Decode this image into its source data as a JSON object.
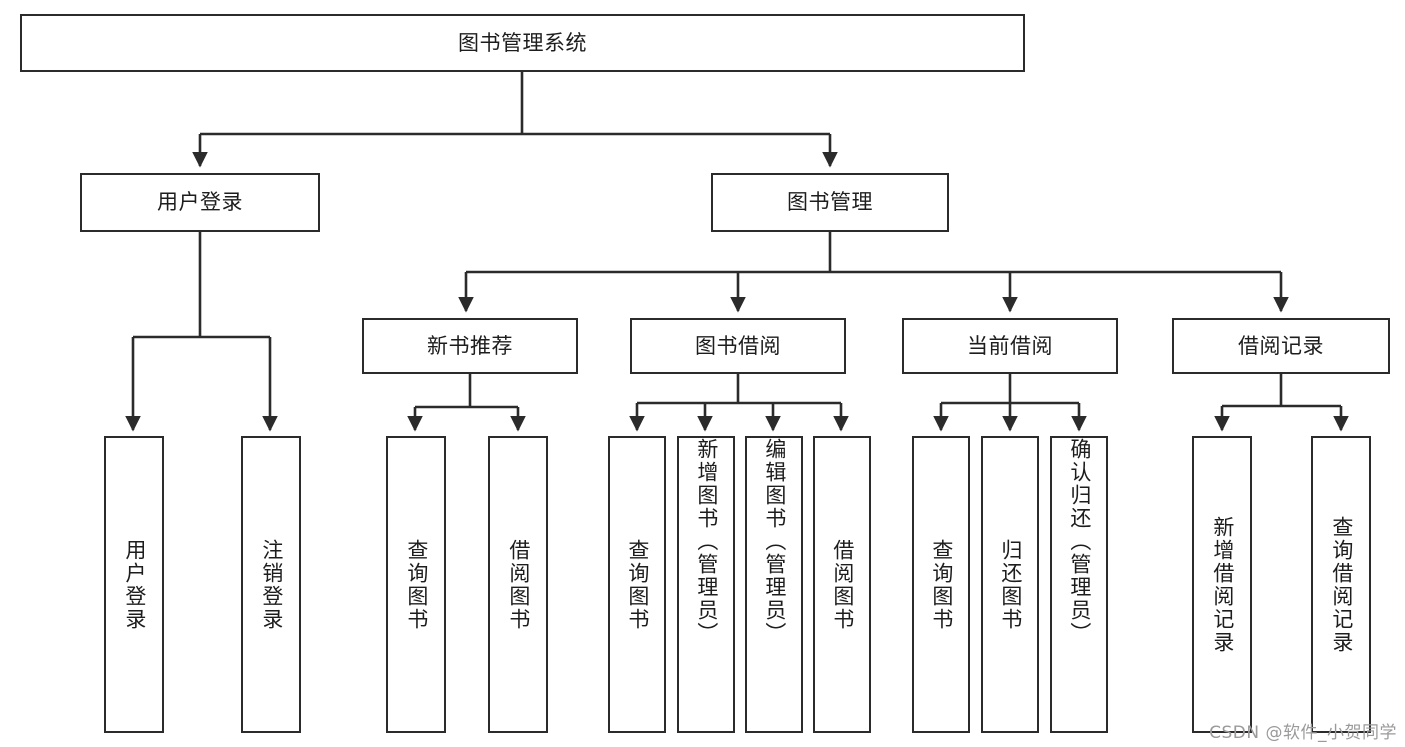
{
  "diagram": {
    "type": "tree-hierarchy",
    "title": "图书管理系统",
    "watermark": "CSDN @软件_小贺同学",
    "style": {
      "box_border_color": "#2b2b2b",
      "box_fill_color": "#ffffff",
      "edge_color": "#2b2b2b",
      "text_color": "#1d1d1d",
      "background": "#ffffff"
    },
    "nodes": {
      "root": {
        "label": "图书管理系统"
      },
      "level1": [
        {
          "id": "user-login",
          "label": "用户登录"
        },
        {
          "id": "book-manage",
          "label": "图书管理"
        }
      ],
      "level2": [
        {
          "id": "new-book-recommend",
          "label": "新书推荐"
        },
        {
          "id": "book-borrow",
          "label": "图书借阅"
        },
        {
          "id": "current-borrow",
          "label": "当前借阅"
        },
        {
          "id": "borrow-record",
          "label": "借阅记录"
        }
      ],
      "leaves": [
        {
          "id": "leaf-user-login",
          "label": "用户登录",
          "parent": "user-login"
        },
        {
          "id": "leaf-logout-login",
          "label": "注销登录",
          "parent": "user-login"
        },
        {
          "id": "leaf-query-book-1",
          "label": "查询图书",
          "parent": "new-book-recommend"
        },
        {
          "id": "leaf-borrow-book-1",
          "label": "借阅图书",
          "parent": "new-book-recommend"
        },
        {
          "id": "leaf-query-book-2",
          "label": "查询图书",
          "parent": "book-borrow"
        },
        {
          "id": "leaf-add-book",
          "label": "新增图书（管理员）",
          "parent": "book-borrow"
        },
        {
          "id": "leaf-edit-book",
          "label": "编辑图书（管理员）",
          "parent": "book-borrow"
        },
        {
          "id": "leaf-borrow-book-2",
          "label": "借阅图书",
          "parent": "book-borrow"
        },
        {
          "id": "leaf-query-book-3",
          "label": "查询图书",
          "parent": "current-borrow"
        },
        {
          "id": "leaf-return-book",
          "label": "归还图书",
          "parent": "current-borrow"
        },
        {
          "id": "leaf-confirm-return",
          "label": "确认归还（管理员）",
          "parent": "current-borrow"
        },
        {
          "id": "leaf-add-record",
          "label": "新增借阅记录",
          "parent": "borrow-record"
        },
        {
          "id": "leaf-query-record",
          "label": "查询借阅记录",
          "parent": "borrow-record"
        }
      ]
    }
  }
}
